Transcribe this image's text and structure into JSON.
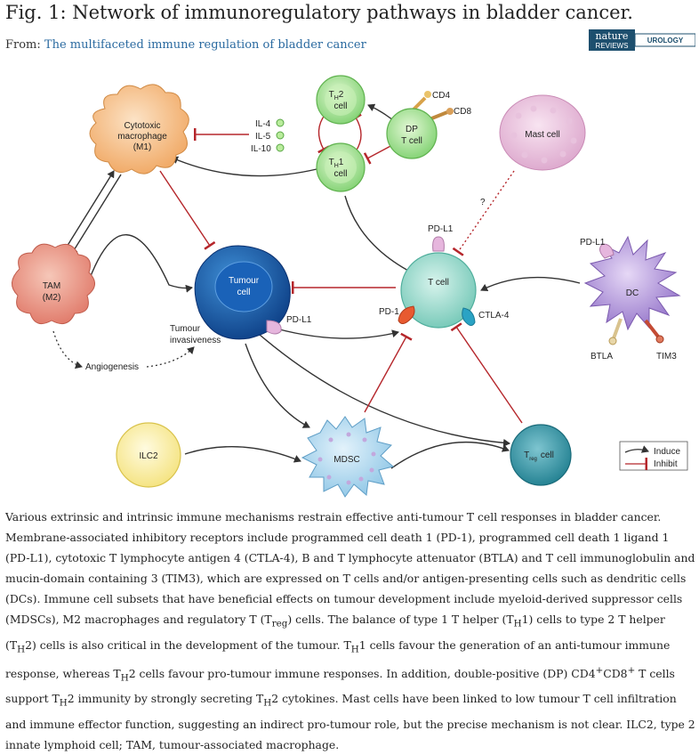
{
  "header": {
    "title": "Fig. 1: Network of immunoregulatory pathways in bladder cancer.",
    "from_label": "From:",
    "from_link": "The multifaceted immune regulation of bladder cancer",
    "logo_line1": "nature",
    "logo_line2": "REVIEWS",
    "logo_badge": "UROLOGY"
  },
  "cells": {
    "macrophage_m1": [
      "Cytotoxic",
      "macrophage",
      "(M1)"
    ],
    "th2": [
      "T",
      "H",
      "2",
      "cell"
    ],
    "th1": [
      "T",
      "H",
      "1",
      "cell"
    ],
    "dp": [
      "DP",
      "T cell"
    ],
    "mast": "Mast cell",
    "tam": [
      "TAM",
      "(M2)"
    ],
    "tumour": [
      "Tumour",
      "cell"
    ],
    "tcell": "T cell",
    "dc": "DC",
    "ilc2": "ILC2",
    "mdsc": "MDSC",
    "treg": [
      "T",
      "reg",
      "cell"
    ]
  },
  "labels": {
    "il4": "IL-4",
    "il5": "IL-5",
    "il10": "IL-10",
    "cd4": "CD4",
    "cd8": "CD8",
    "question": "?",
    "pdl1_tcell": "PD-L1",
    "pdl1_dc": "PD-L1",
    "pdl1_tumour": "PD-L1",
    "pd1": "PD-1",
    "ctla4": "CTLA-4",
    "btla": "BTLA",
    "tim3": "TIM3",
    "tumour_invasiveness": [
      "Tumour",
      "invasiveness"
    ],
    "angiogenesis": "Angiogenesis"
  },
  "legend": {
    "induce": "Induce",
    "inhibit": "Inhibit"
  },
  "colors": {
    "induce": "#333333",
    "inhibit": "#b5262b",
    "link": "#2a6aa0"
  },
  "caption": [
    "Various extrinsic and intrinsic immune mechanisms restrain effective anti-tumour T cell responses in bladder cancer. Membrane-associated inhibitory receptors include programmed cell death 1 (PD-1), programmed cell death 1 ligand 1 (PD-L1), cytotoxic T lymphocyte antigen 4 (CTLA-4), B and T lymphocyte attenuator (BTLA) and T cell immunoglobulin and mucin-domain containing 3 (TIM3), which are expressed on T cells and/or antigen-presenting cells such as dendritic cells (DCs). Immune cell subsets that have beneficial effects on tumour development include myeloid-derived suppressor cells (MDSCs), M2 macrophages and regulatory T (T",
    "reg",
    ") cells. The balance of type 1 T helper (T",
    "H",
    "1) cells to type 2 T helper (T",
    "H",
    "2) cells is also critical in the development of the tumour. T",
    "H",
    "1 cells favour the generation of an anti-tumour immune response, whereas T",
    "H",
    "2 cells favour pro-tumour immune responses. In addition, double-positive (DP) CD4",
    "+",
    "CD8",
    "+",
    " T cells support T",
    "H",
    "2 immunity by strongly secreting T",
    "H",
    "2 cytokines. Mast cells have been linked to low tumour T cell infiltration and immune effector function, suggesting an indirect pro-tumour role, but the precise mechanism is not clear. ILC2, type 2 innate lymphoid cell; TAM, tumour-associated macrophage."
  ]
}
